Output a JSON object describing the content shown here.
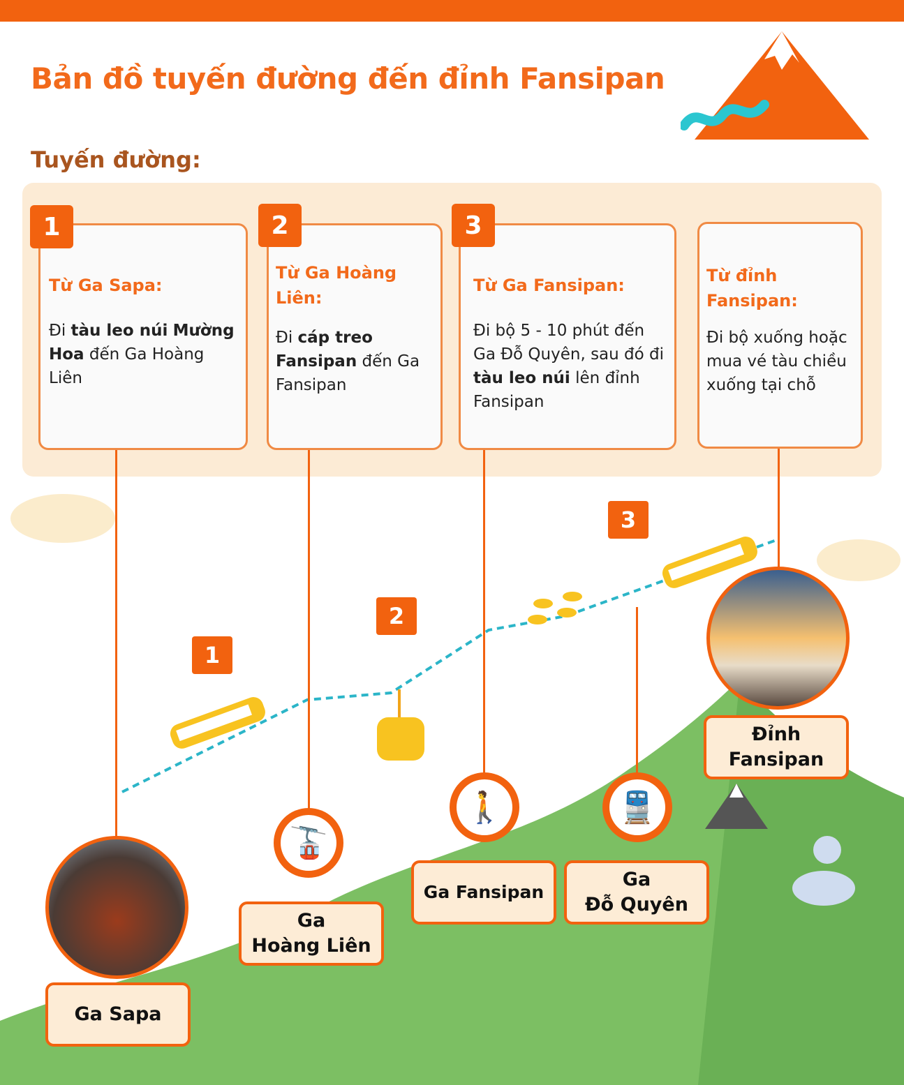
{
  "title": "Bản đồ tuyến đường đến đỉnh Fansipan",
  "subtitle": "Tuyến đường:",
  "cards": [
    {
      "num": "1",
      "heading": "Từ Ga Sapa:",
      "segments": [
        {
          "t": "Đi "
        },
        {
          "t": "tàu leo núi",
          "b": true
        },
        {
          "t": " "
        },
        {
          "t": "Mường Hoa",
          "b": true
        },
        {
          "t": " đến Ga Hoàng Liên"
        }
      ]
    },
    {
      "num": "2",
      "heading": "Từ Ga Hoàng Liên:",
      "segments": [
        {
          "t": "Đi "
        },
        {
          "t": "cáp treo",
          "b": true
        },
        {
          "t": " "
        },
        {
          "t": "Fansipan",
          "b": true
        },
        {
          "t": " đến Ga Fansipan"
        }
      ]
    },
    {
      "num": "3",
      "heading": "Từ Ga Fansipan:",
      "segments": [
        {
          "t": "Đi bộ 5 - 10 phút đến Ga Đỗ Quyên, sau đó đi "
        },
        {
          "t": "tàu leo núi",
          "b": true
        },
        {
          "t": " lên đỉnh Fansipan"
        }
      ]
    },
    {
      "heading": "Từ đỉnh Fansipan:",
      "segments": [
        {
          "t": "Đi bộ xuống hoặc mua vé tàu chiều xuống tại chỗ"
        }
      ]
    }
  ],
  "route_badges": [
    "1",
    "2",
    "3"
  ],
  "stations": {
    "sapa": "Ga Sapa",
    "hoang_lien": [
      "Ga",
      "Hoàng Liên"
    ],
    "fansipan": "Ga Fansipan",
    "do_quyen": [
      "Ga",
      "Đỗ Quyên"
    ],
    "peak": [
      "Đỉnh",
      "Fansipan"
    ]
  },
  "colors": {
    "accent": "#f2620f",
    "panel": "#fcebd5",
    "hill": "#7cbf63",
    "route": "#2bb5c8"
  }
}
